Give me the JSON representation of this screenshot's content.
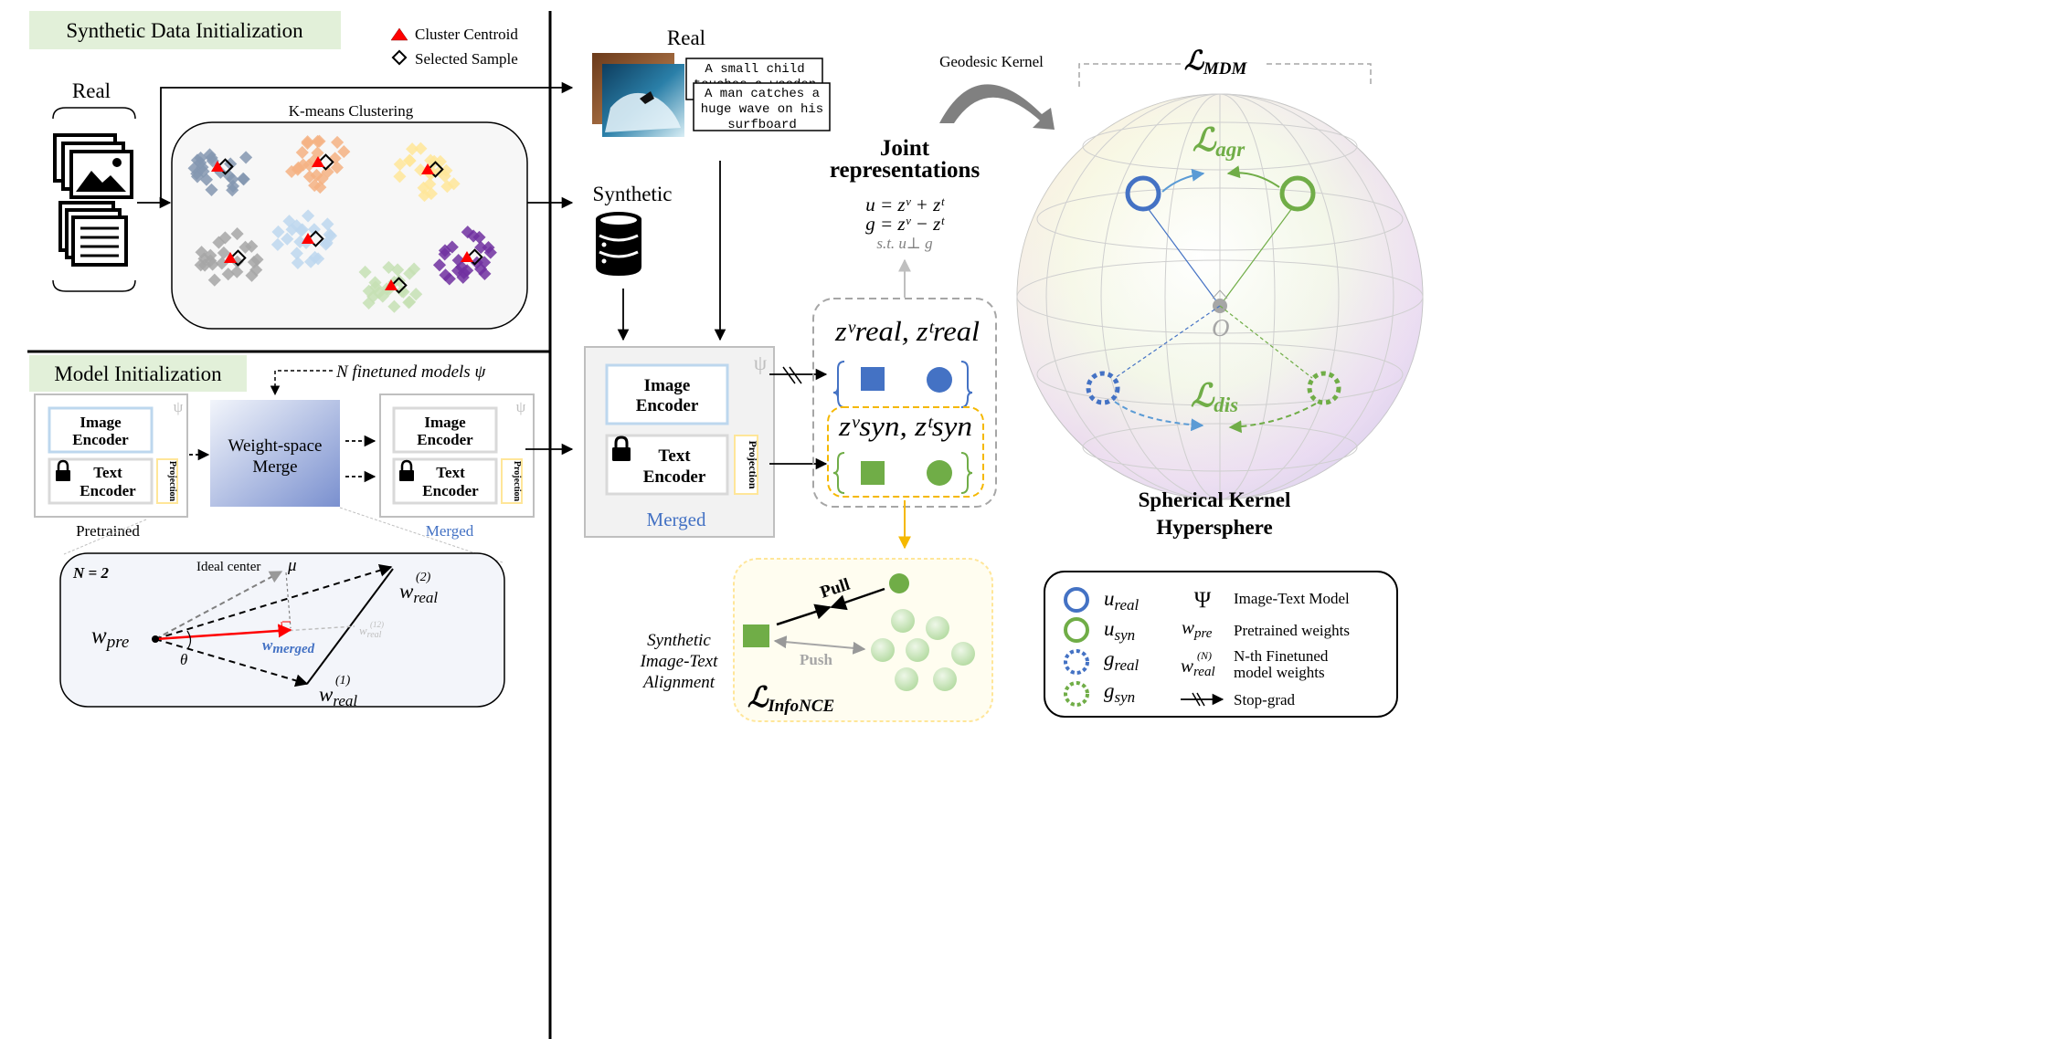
{
  "synthetic_init": {
    "title": "Synthetic Data Initialization",
    "legend_centroid": "Cluster Centroid",
    "legend_selected": "Selected Sample",
    "real_label": "Real",
    "kmeans_label": "K-means Clustering"
  },
  "model_init": {
    "title": "Model Initialization",
    "finetuned_note": "N finetuned models ψ",
    "pretrained_box": {
      "image_encoder": "Image\nEncoder",
      "text_encoder": "Text\nEncoder",
      "projection": "Projection",
      "caption": "Pretrained",
      "psi": "ψ"
    },
    "merge_box": {
      "label": "Weight-space\nMerge"
    },
    "merged_box": {
      "image_encoder": "Image\nEncoder",
      "text_encoder": "Text\nEncoder",
      "projection": "Projection",
      "caption": "Merged",
      "psi": "ψ"
    },
    "inset": {
      "n_label": "N = 2",
      "ideal_center": "Ideal center",
      "mu": "μ",
      "w_pre": "w",
      "w_pre_sub": "pre",
      "w_real2": "w",
      "w_real2_sub": "real",
      "w_real2_sup": "(2)",
      "w_real1": "w",
      "w_real1_sub": "real",
      "w_real1_sup": "(1)",
      "w_real12": "w",
      "w_real12_sub": "real",
      "w_real12_sup": "(12)",
      "w_merged": "w",
      "w_merged_sub": "merged",
      "theta": "θ"
    }
  },
  "middle": {
    "real_label": "Real",
    "caption1": "A small child\ntouches a wooden",
    "caption2": "A man catches a\nhuge wave on his\nsurfboard",
    "synthetic_label": "Synthetic",
    "merged_box": {
      "image_encoder": "Image\nEncoder",
      "text_encoder": "Text\nEncoder",
      "projection": "Projection",
      "caption": "Merged",
      "psi": "ψ"
    }
  },
  "joint": {
    "title": "Joint\nrepresentations",
    "eq1": "u = zᵛ + zᵗ",
    "eq2": "g = zᵛ − zᵗ",
    "eq3": "s.t.  u⊥ g",
    "z_real": "zᵛreal, zᵗreal",
    "z_syn": "zᵛsyn, zᵗsyn"
  },
  "infonce": {
    "pull": "Pull",
    "push": "Push",
    "side_label": "Synthetic\nImage-Text\nAlignment",
    "loss": "ℒ",
    "loss_sub": "InfoNCE"
  },
  "sphere": {
    "geodesic": "Geodesic Kernel",
    "l_mdm": "ℒ",
    "l_mdm_sub": "MDM",
    "l_agr": "ℒ",
    "l_agr_sub": "agr",
    "l_dis": "ℒ",
    "l_dis_sub": "dis",
    "origin": "O",
    "title": "Spherical Kernel\nHypersphere"
  },
  "legend": {
    "u_real": "u",
    "u_real_sub": "real",
    "u_syn": "u",
    "u_syn_sub": "syn",
    "g_real": "g",
    "g_real_sub": "real",
    "g_syn": "g",
    "g_syn_sub": "syn",
    "psi": "Ψ",
    "psi_desc": "Image-Text Model",
    "wpre": "w",
    "wpre_sub": "pre",
    "wpre_desc": "Pretrained weights",
    "wreal": "w",
    "wreal_sub": "real",
    "wreal_sup": "(N)",
    "wreal_desc": "N-th Finetuned\nmodel weights",
    "stopgrad_desc": "Stop-grad"
  },
  "colors": {
    "green_header": "#e2f0d9",
    "blue": "#4472c4",
    "green": "#70ad47",
    "red": "#ff0000",
    "orange": "#f4b183",
    "yellow": "#ffe699",
    "purple": "#7030a0",
    "gray_blue": "#8497b0",
    "light_blue": "#bdd7ee",
    "light_green": "#c5e0b4",
    "gray": "#a6a6a6"
  }
}
